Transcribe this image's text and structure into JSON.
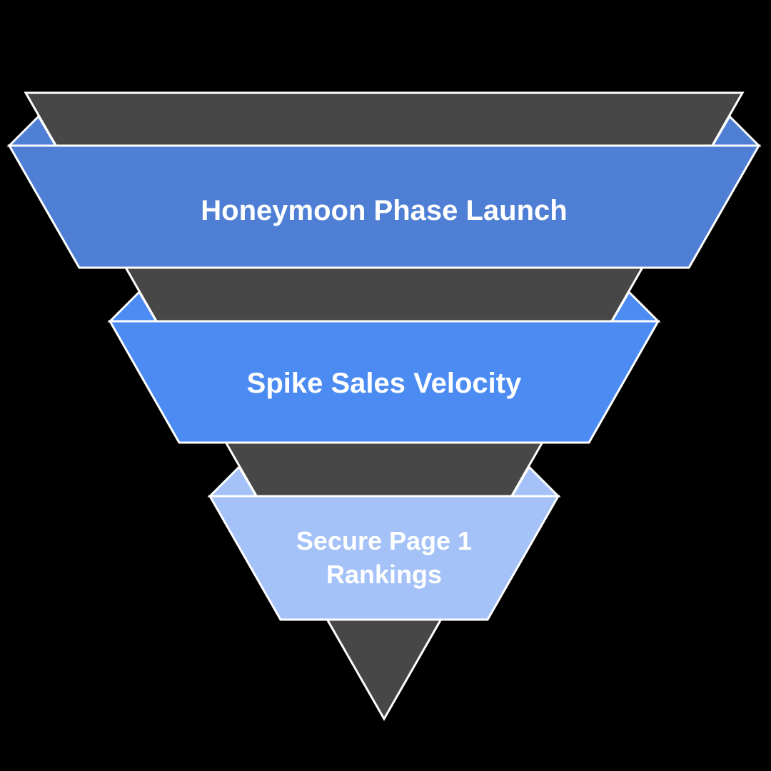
{
  "page": {
    "background_color": "#000000"
  },
  "funnel": {
    "type": "inverted-funnel-diagram",
    "triangle_color": "#474747",
    "stroke_color": "#ffffff",
    "text_color": "#ffffff",
    "levels": [
      {
        "label": "Honeymoon Phase Launch",
        "lines": [
          "Honeymoon Phase Launch"
        ],
        "color": "#4E7FD4"
      },
      {
        "label": "Spike Sales Velocity",
        "lines": [
          "Spike Sales Velocity"
        ],
        "color": "#4B8BF2"
      },
      {
        "label": "Secure Page 1 Rankings",
        "lines": [
          "Secure Page 1",
          "Rankings"
        ],
        "color": "#A4C2F8"
      }
    ]
  }
}
